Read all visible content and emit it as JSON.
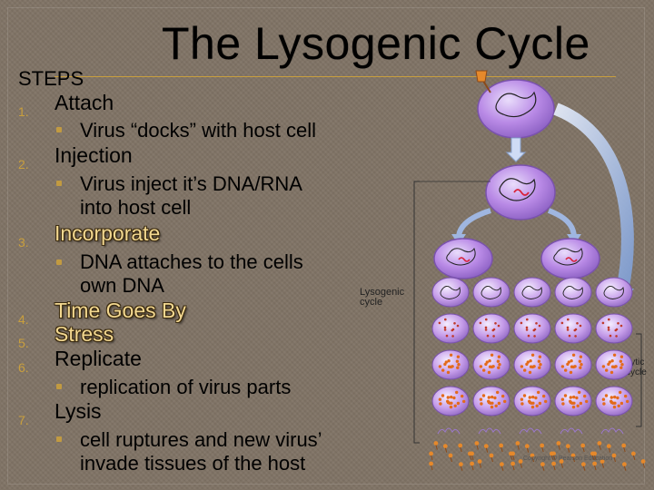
{
  "title": "The Lysogenic Cycle",
  "steps_heading": "STEPS",
  "steps": [
    {
      "number": "1.",
      "label": "Attach",
      "subs": [
        "Virus “docks” with host cell"
      ]
    },
    {
      "number": "2.",
      "label": "Injection",
      "subs": [
        "Virus inject it’s DNA/RNA",
        "into host cell"
      ]
    },
    {
      "number": "3.",
      "label": "Incorporate",
      "subs": [
        "DNA attaches to the cells",
        "own DNA"
      ]
    },
    {
      "number": "4.",
      "label": "Time Goes By",
      "subs": []
    },
    {
      "number": "5.",
      "label": "Stress",
      "subs": []
    },
    {
      "number": "6.",
      "label": "Replicate",
      "subs": [
        "replication of virus parts"
      ]
    },
    {
      "number": "7.",
      "label": "Lysis",
      "subs": [
        "cell ruptures and new virus’",
        "invade tissues of the host"
      ]
    }
  ],
  "diagram": {
    "lysogenic_label": [
      "Lysogenic",
      "cycle"
    ],
    "lytic_label": [
      "Lytic",
      "cycle"
    ],
    "credit": "Copyright © Pearson Education"
  },
  "colors": {
    "background": "#807365",
    "accent_gold": "#c99f3d",
    "highlight_text": "#f3d890",
    "cell_fill": "#b98ae6",
    "dna_red": "#d9233a"
  }
}
